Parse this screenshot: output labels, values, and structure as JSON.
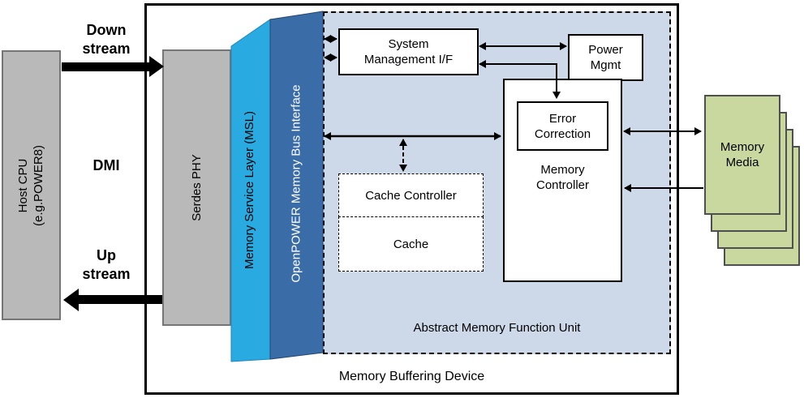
{
  "diagram": {
    "host_cpu_label": "Host CPU\n(e.g.POWER8)",
    "downstream_label": "Down\nstream",
    "dmi_label": "DMI",
    "upstream_label": "Up\nstream",
    "serdes_label": "Serdes PHY",
    "msl_label": "Memory Service Layer (MSL)",
    "bus_label": "OpenPOWER Memory Bus Interface",
    "sys_mgmt_label": "System\nManagement I/F",
    "power_mgmt_label": "Power\nMgmt",
    "error_correction_label": "Error\nCorrection",
    "memory_controller_label": "Memory\nController",
    "cache_controller_label": "Cache Controller",
    "cache_label": "Cache",
    "amfu_label": "Abstract Memory Function Unit",
    "device_label": "Memory Buffering Device",
    "memory_media_label": "Memory\nMedia",
    "colors": {
      "gray_box": "#b9b9b9",
      "msl_cyan": "#29abe2",
      "bus_blue": "#3a6ca8",
      "amfu_fill": "#cdd9e8",
      "media_green": "#c8d89e",
      "outline": "#000000"
    }
  }
}
